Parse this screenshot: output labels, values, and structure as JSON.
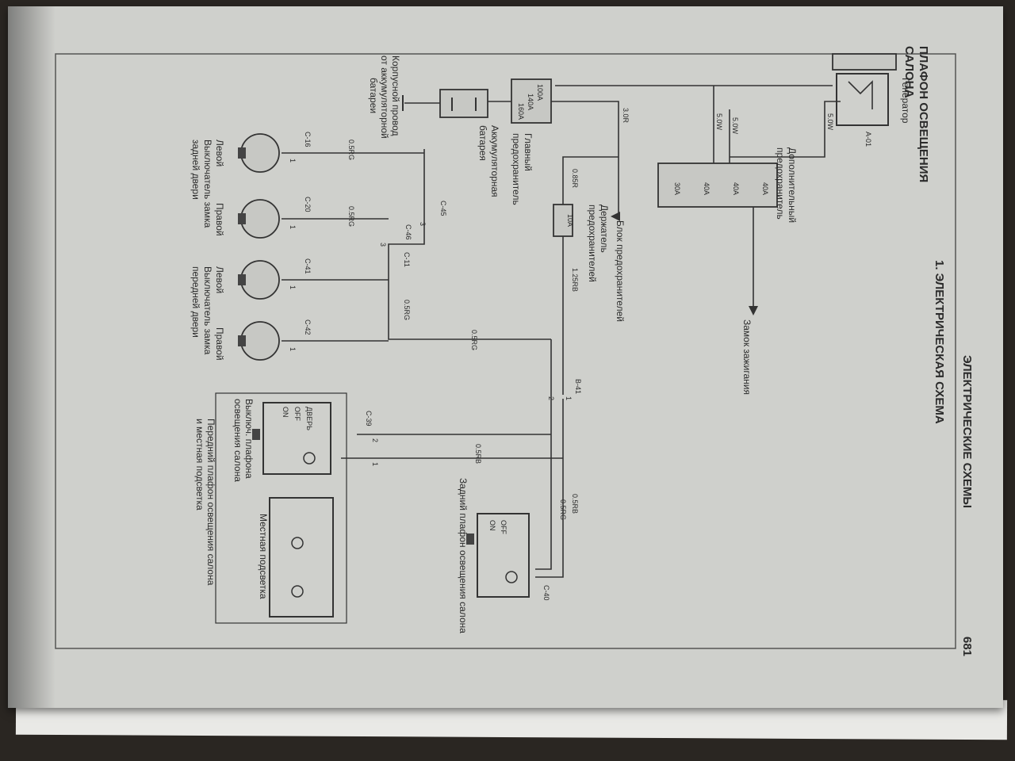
{
  "page": {
    "header_section": "ЭЛЕКТРИЧЕСКИЕ СХЕМЫ",
    "page_number": "681",
    "diagram_number_title": "1. ЭЛЕКТРИЧЕСКАЯ СХЕМА",
    "diagram_title_line1": "ПЛАФОН ОСВЕЩЕНИЯ",
    "diagram_title_line2": "САЛОНА"
  },
  "components": {
    "generator": "Генератор",
    "extra_fuse_line1": "Дополнительный",
    "extra_fuse_line2": "предохранитель",
    "ignition_lock": "Замок зажигания",
    "fuse_block": "Блок предохранителей",
    "fuse_holder_line1": "Держатель",
    "fuse_holder_line2": "предохранителей",
    "main_fuse_line1": "Главный",
    "main_fuse_line2": "предохранитель",
    "battery_line1": "Аккумуляторная",
    "battery_line2": "батарея",
    "ground_line1": "Корпусной провод",
    "ground_line2": "от аккумуляторной",
    "ground_line3": "батареи",
    "left_label": "Левой",
    "right_label": "Правой",
    "rear_door_switch_line1": "Выключатель замка",
    "rear_door_switch_line2": "задней двери",
    "front_door_switch_line1": "Выключатель замка",
    "front_door_switch_line2": "передней двери",
    "rear_lamp": "Задний плафон освещения салона",
    "front_lamp_line1": "Передний плафон освещения салона",
    "front_lamp_line2": "и местная подсветка",
    "switch_line1": "Выключ. плафона",
    "switch_line2": "освещения салона",
    "local_light": "Местная подсветка"
  },
  "fuse_ratings": {
    "main": [
      "100A",
      "140A",
      "160A"
    ],
    "extra": [
      "40A",
      "40A",
      "40A",
      "30A"
    ],
    "holder": "10A"
  },
  "switch_positions": [
    "ДВЕРЬ",
    "OFF",
    "ON"
  ],
  "rear_lamp_positions": [
    "OFF",
    "ON"
  ],
  "wire_labels": {
    "gen_1": "5.0W",
    "gen_2": "5.0W",
    "gen_3": "5.0W",
    "battery_out": "3.0R",
    "holder_in": "0.85R",
    "holder_out": "1.25RB",
    "rear_door_l": "0.5RG",
    "rear_door_r": "0.5RG",
    "front_vertical": "0.5RG",
    "front_door_r": "0.5RG",
    "rb_main": "0.5RB",
    "rb_vertical": "0.5RB",
    "rg_rear": "0.5RG"
  },
  "connectors": {
    "a01": "A-01",
    "c16": "C-16",
    "c20": "C-20",
    "c41": "C-41",
    "c42": "C-42",
    "c45": "C-45",
    "c46": "C-46",
    "c11": "C-11",
    "b41": "B-41",
    "c39": "C-39",
    "c40": "C-40"
  },
  "pin_numbers": {
    "one": "1",
    "two": "2",
    "three": "3"
  }
}
